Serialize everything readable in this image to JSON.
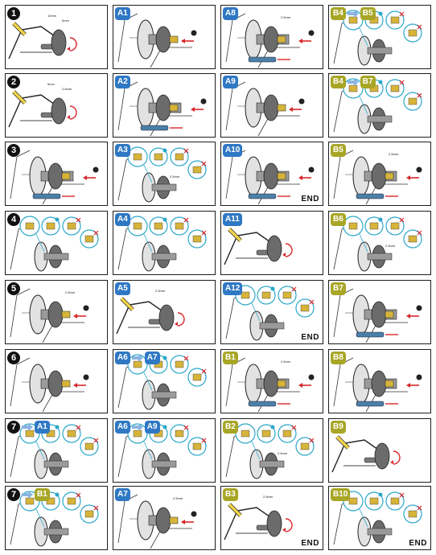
{
  "columns": [
    [
      {
        "badge": "1",
        "style": "num",
        "art": "tool",
        "labels": [
          "10mm",
          "6mm"
        ]
      },
      {
        "badge": "2",
        "style": "num",
        "art": "tool",
        "labels": [
          "6mm",
          "2.5mm"
        ]
      },
      {
        "badge": "3",
        "style": "num",
        "art": "hub-long",
        "labels": []
      },
      {
        "badge": "4",
        "style": "num",
        "art": "choice",
        "labels": []
      },
      {
        "badge": "5",
        "style": "num",
        "art": "hub-short",
        "labels": [
          "2.5mm"
        ]
      },
      {
        "badge": "6",
        "style": "num",
        "art": "hub-short",
        "labels": []
      },
      {
        "badge": "7",
        "to": "A1",
        "style": "num",
        "to_style": "a",
        "art": "choice",
        "labels": []
      },
      {
        "badge": "7",
        "to": "B1",
        "style": "num",
        "to_style": "b",
        "art": "choice",
        "labels": []
      }
    ],
    [
      {
        "badge": "A1",
        "style": "a",
        "art": "hub-short",
        "labels": []
      },
      {
        "badge": "A2",
        "style": "a",
        "art": "hub-long",
        "labels": []
      },
      {
        "badge": "A3",
        "style": "a",
        "art": "choice",
        "labels": [
          "2.5mm"
        ]
      },
      {
        "badge": "A4",
        "style": "a",
        "art": "choice",
        "labels": []
      },
      {
        "badge": "A5",
        "style": "a",
        "art": "tool",
        "labels": [
          "2.5mm"
        ]
      },
      {
        "badge": "A6",
        "to": "A7",
        "style": "a",
        "to_style": "a",
        "art": "choice",
        "labels": []
      },
      {
        "badge": "A6",
        "to": "A9",
        "style": "a",
        "to_style": "a",
        "art": "choice",
        "labels": []
      },
      {
        "badge": "A7",
        "style": "a",
        "art": "hub-short",
        "labels": [
          "2.5mm"
        ]
      }
    ],
    [
      {
        "badge": "A8",
        "style": "a",
        "art": "hub-long",
        "labels": [
          "2.5mm"
        ]
      },
      {
        "badge": "A9",
        "style": "a",
        "art": "hub-short",
        "labels": []
      },
      {
        "badge": "A10",
        "style": "a",
        "art": "hub-long",
        "labels": [],
        "end": "END"
      },
      {
        "badge": "A11",
        "style": "a",
        "art": "tool",
        "labels": []
      },
      {
        "badge": "A12",
        "style": "a",
        "art": "choice",
        "labels": [],
        "end": "END"
      },
      {
        "badge": "B1",
        "style": "b",
        "art": "hub-long",
        "labels": [
          "2.5mm"
        ]
      },
      {
        "badge": "B2",
        "style": "b",
        "art": "choice",
        "labels": [
          "2.5mm"
        ]
      },
      {
        "badge": "B3",
        "style": "b",
        "art": "tool",
        "labels": [
          "2.5mm"
        ],
        "end": "END"
      }
    ],
    [
      {
        "badge": "B4",
        "to": "B5",
        "style": "b",
        "to_style": "b",
        "art": "choice",
        "labels": []
      },
      {
        "badge": "B4",
        "to": "B7",
        "style": "b",
        "to_style": "b",
        "art": "choice",
        "labels": []
      },
      {
        "badge": "B5",
        "style": "b",
        "art": "hub-long",
        "labels": [
          "2.5mm"
        ]
      },
      {
        "badge": "B6",
        "style": "b",
        "art": "choice",
        "labels": [
          "2.5mm"
        ]
      },
      {
        "badge": "B7",
        "style": "b",
        "art": "hub-long",
        "labels": []
      },
      {
        "badge": "B8",
        "style": "b",
        "art": "hub-long",
        "labels": []
      },
      {
        "badge": "B9",
        "style": "b",
        "art": "tool",
        "labels": []
      },
      {
        "badge": "B10",
        "style": "b",
        "art": "choice",
        "labels": [],
        "end": "END"
      }
    ]
  ],
  "colors": {
    "a": "#2f78c4",
    "b": "#a8a626",
    "hub": "#6b6b6b",
    "pin": "#4a7fa8",
    "red": "#d9262a",
    "cyan": "#2aa7c9",
    "yellow": "#f1d34a"
  }
}
